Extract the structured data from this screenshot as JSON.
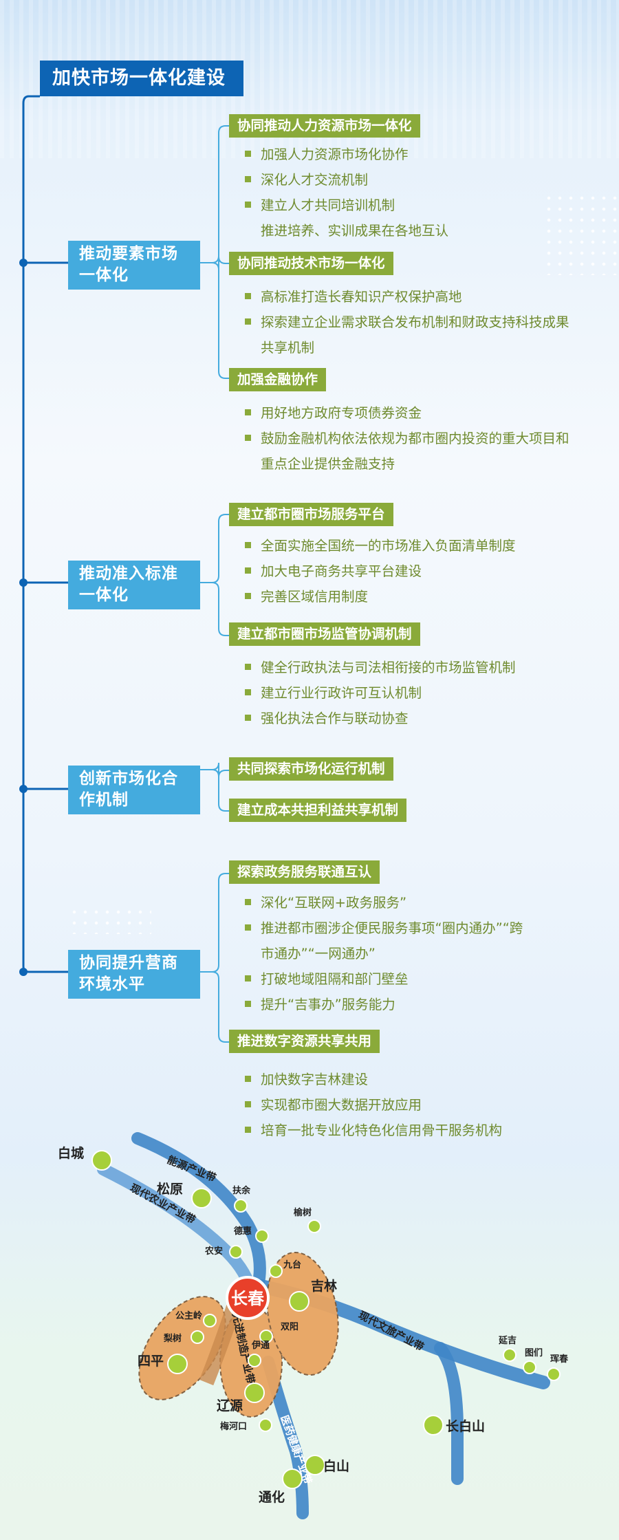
{
  "title": "加快市场一体化建设",
  "sections": [
    {
      "label": "推动要素市场一体化",
      "groups": [
        {
          "label": "协同推动人力资源市场一体化",
          "items": [
            "加强人力资源市场化协作",
            "深化人才交流机制",
            "建立人才共同培训机制",
            "推进培养、实训成果在各地互认"
          ]
        },
        {
          "label": "协同推动技术市场一体化",
          "items": [
            "高标准打造长春知识产权保护高地",
            "探索建立企业需求联合发布机制和财政支持科技成果",
            "共享机制"
          ]
        },
        {
          "label": "加强金融协作",
          "items": [
            "用好地方政府专项债券资金",
            "鼓励金融机构依法依规为都市圈内投资的重大项目和",
            "重点企业提供金融支持"
          ]
        }
      ]
    },
    {
      "label": "推动准入标准一体化",
      "groups": [
        {
          "label": "建立都市圈市场服务平台",
          "items": [
            "全面实施全国统一的市场准入负面清单制度",
            "加大电子商务共享平台建设",
            "完善区域信用制度"
          ]
        },
        {
          "label": "建立都市圈市场监管协调机制",
          "items": [
            "健全行政执法与司法相衔接的市场监管机制",
            "建立行业行政许可互认机制",
            "强化执法合作与联动协查"
          ]
        }
      ]
    },
    {
      "label": "创新市场化合作机制",
      "groups": [
        {
          "label": "共同探索市场化运行机制",
          "items": []
        },
        {
          "label": "建立成本共担利益共享机制",
          "items": []
        }
      ]
    },
    {
      "label": "协同提升营商环境水平",
      "groups": [
        {
          "label": "探索政务服务联通互认",
          "items": [
            "深化“互联网+政务服务”",
            "推进都市圈涉企便民服务事项“圈内通办”“跨",
            "市通办”“一网通办”",
            "打破地域阻隔和部门壁垒",
            "提升“吉事办”服务能力"
          ]
        },
        {
          "label": "推进数字资源共享共用",
          "items": [
            "加快数字吉林建设",
            "实现都市圈大数据开放应用",
            "培育一批专业化特色化信用骨干服务机构"
          ]
        }
      ]
    }
  ],
  "section_labels_split": [
    [
      "推动要素市场",
      "一体化"
    ],
    [
      "推动准入标准",
      "一体化"
    ],
    [
      "创新市场化合",
      "作机制"
    ],
    [
      "协同提升营商",
      "环境水平"
    ]
  ],
  "map": {
    "belts": [
      "能源产业带",
      "现代农业产业带",
      "先进制造产业带",
      "医药健康产业带",
      "现代文旅产业带"
    ],
    "center": "长春",
    "cities": [
      "白城",
      "松原",
      "扶余",
      "榆树",
      "德惠",
      "农安",
      "九台",
      "吉林",
      "公主岭",
      "梨树",
      "双阳",
      "四平",
      "伊通",
      "辽源",
      "梅河口",
      "延吉",
      "图们",
      "珲春",
      "长白山",
      "白山",
      "通化"
    ]
  },
  "colors": {
    "title_bg": "#0d64b4",
    "level1_bg": "#44abde",
    "level2_bg": "#8aaa3a",
    "item_text": "#6f8b2e",
    "belt": "#3f86c8",
    "zone": "#e9a461",
    "node": "#a6cf3a",
    "center": "#e8402a"
  }
}
